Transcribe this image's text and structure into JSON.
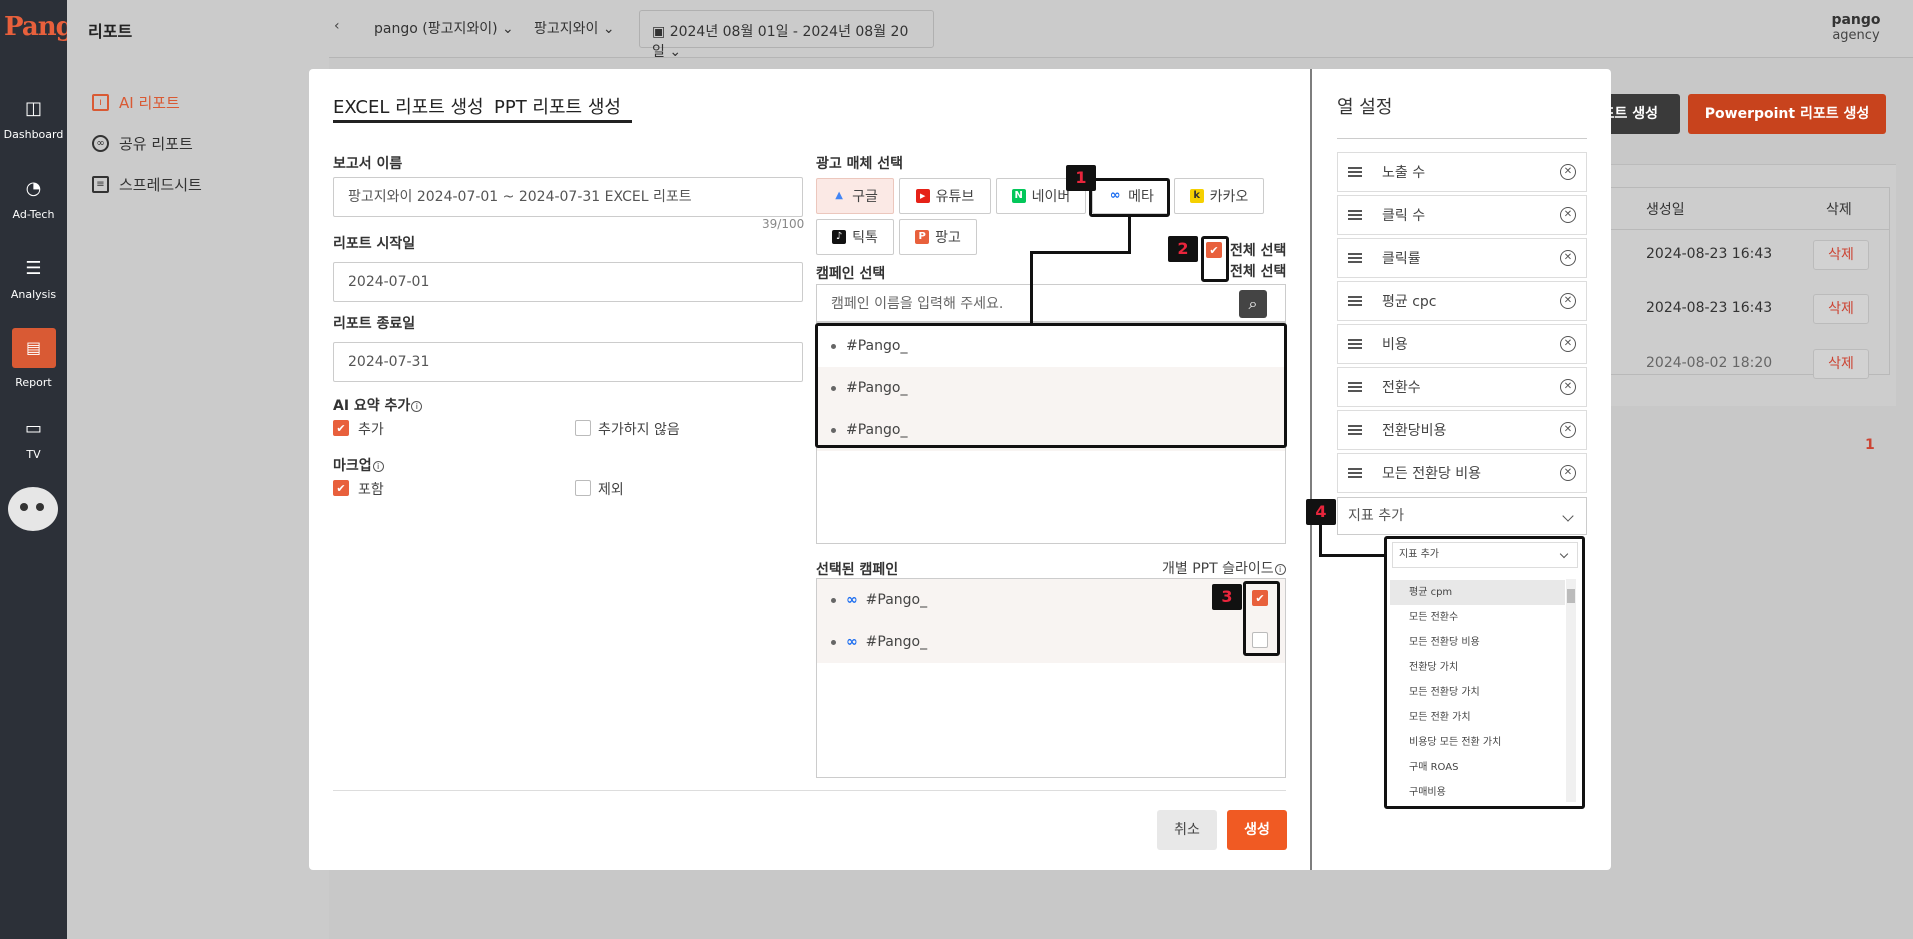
{
  "rail": {
    "logo": "Pango",
    "items": [
      {
        "label": "Dashboard",
        "icon": "layout-icon"
      },
      {
        "label": "Ad-Tech",
        "icon": "gauge-icon"
      },
      {
        "label": "Analysis",
        "icon": "sliders-icon"
      },
      {
        "label": "Report",
        "icon": "report-icon"
      },
      {
        "label": "TV",
        "icon": "tv-icon"
      }
    ]
  },
  "left_panel": {
    "title": "리포트",
    "nav": [
      {
        "label": "AI 리포트"
      },
      {
        "label": "공유 리포트"
      },
      {
        "label": "스프레드시트"
      }
    ]
  },
  "topbar": {
    "account": "pango (팡고지와이)",
    "sub_account": "팡고지와이",
    "date_range": "2024년 08월 01일 - 2024년 08월 20일",
    "user_name": "pango",
    "user_role": "agency"
  },
  "background": {
    "excel_button": "Excel 리포트 생성",
    "ppt_button": "Powerpoint 리포트 생성",
    "table_headers": [
      "생성일",
      "삭제"
    ],
    "rows": [
      {
        "date": "2024-08-23 16:43",
        "action": "삭제"
      },
      {
        "date": "2024-08-23 16:43",
        "action": "삭제"
      },
      {
        "date": "2024-08-02 18:20",
        "action": "삭제"
      }
    ],
    "page": "1"
  },
  "modal": {
    "tabs": [
      "EXCEL 리포트 생성",
      "PPT 리포트 생성"
    ],
    "report_name_label": "보고서 이름",
    "report_name": "팡고지와이 2024-07-01 ~ 2024-07-31 EXCEL 리포트",
    "report_name_count": "39/100",
    "start_label": "리포트 시작일",
    "start_date": "2024-07-01",
    "end_label": "리포트 종료일",
    "end_date": "2024-07-31",
    "ai_summary_label": "AI 요약 추가",
    "ai_add": "추가",
    "ai_no": "추가하지 않음",
    "markup_label": "마크업",
    "markup_include": "포함",
    "markup_exclude": "제외",
    "media_label": "광고 매체 선택",
    "media": [
      {
        "label": "구글",
        "color": "#4285f4",
        "glyph": "▲"
      },
      {
        "label": "유튜브",
        "color": "#e62117",
        "glyph": "▶"
      },
      {
        "label": "네이버",
        "color": "#03c75a",
        "glyph": "N"
      },
      {
        "label": "메타",
        "color": "#1a6cf0",
        "glyph": "∞"
      },
      {
        "label": "카카오",
        "color": "#f5d000",
        "glyph": "k"
      },
      {
        "label": "틱톡",
        "color": "#111111",
        "glyph": "♪"
      },
      {
        "label": "팡고",
        "color": "#e8603c",
        "glyph": "P"
      }
    ],
    "select_all": "전체 선택",
    "campaign_label": "캠페인 선택",
    "campaign_placeholder": "캠페인 이름을 입력해 주세요.",
    "campaigns": [
      "#Pango_",
      "#Pango_",
      "#Pango_"
    ],
    "selected_label": "선택된 캠페인",
    "ppt_slide_label": "개별 PPT 슬라이드",
    "selected": [
      "#Pango_",
      "#Pango_"
    ],
    "cancel": "취소",
    "create": "생성"
  },
  "columns": {
    "title": "열 설정",
    "items": [
      "노출 수",
      "클릭 수",
      "클릭률",
      "평균 cpc",
      "비용",
      "전환수",
      "전환당비용",
      "모든 전환당 비용"
    ],
    "add_label": "지표 추가",
    "dropdown": {
      "selected": "지표 추가",
      "options": [
        "평균 cpm",
        "모든 전환수",
        "모든 전환당 비용",
        "전환당 가치",
        "모든 전환당 가치",
        "모든 전환 가치",
        "비용당 모든 전환 가치",
        "구매 ROAS",
        "구매비용"
      ]
    }
  },
  "annotations": [
    "1",
    "2",
    "3",
    "4"
  ]
}
